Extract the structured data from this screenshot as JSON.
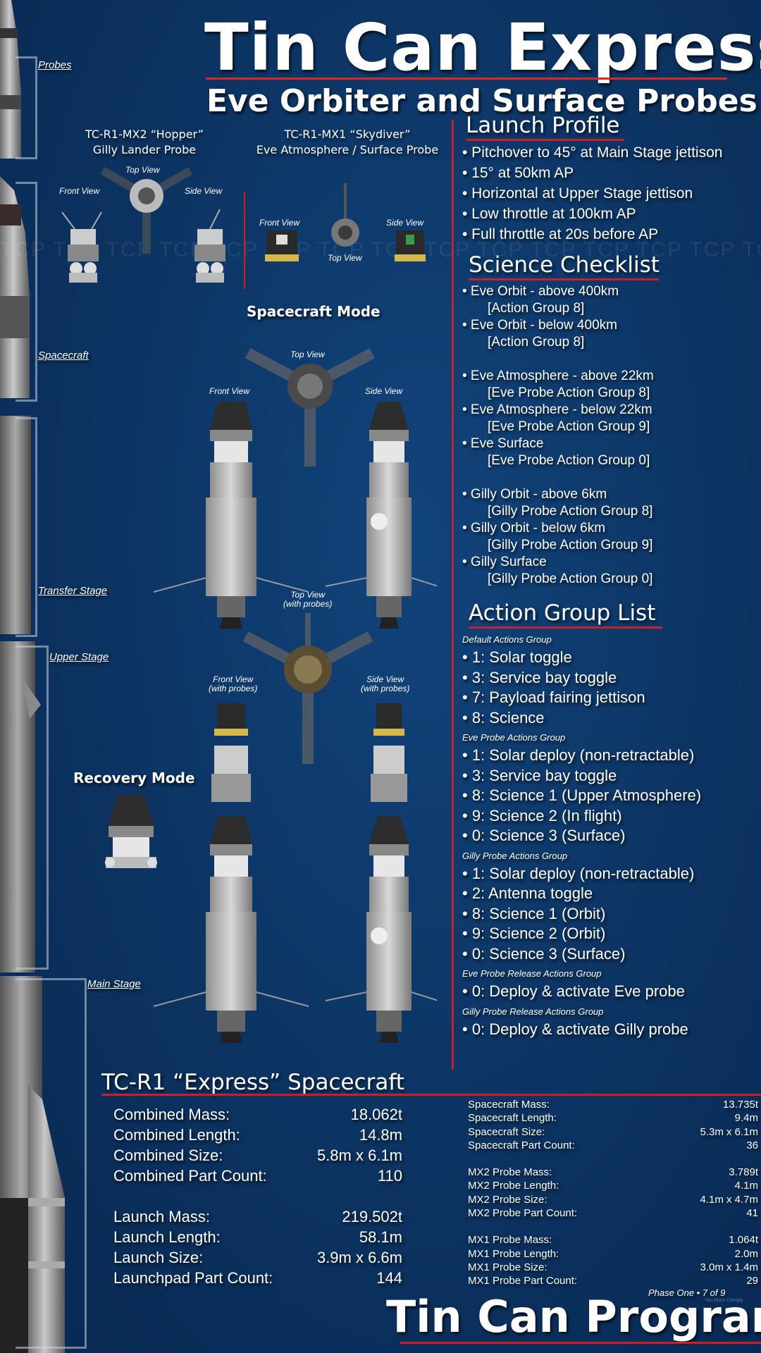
{
  "header": {
    "title": "Tin Can Express",
    "subtitle": "Eve Orbiter and Surface Probes"
  },
  "rocket_labels": {
    "probes": "Probes",
    "spacecraft": "Spacecraft",
    "transfer_stage": "Transfer Stage",
    "upper_stage": "Upper Stage",
    "main_stage": "Main Stage"
  },
  "watermark": "TCP TCP TCP TCP TCP TCP TCP TCP TCP TCP TCP TCP TCP TCP TCP TCP TCP TCP TCP TCP TCP TCP",
  "probes": {
    "hopper": {
      "line1": "TC-R1-MX2 “Hopper”",
      "line2": "Gilly Lander Probe"
    },
    "skydiver": {
      "line1": "TC-R1-MX1 “Skydiver”",
      "line2": "Eve Atmosphere / Surface Probe"
    }
  },
  "views": {
    "top": "Top View",
    "front": "Front View",
    "side": "Side View",
    "with_probes": "(with probes)"
  },
  "modes": {
    "spacecraft": "Spacecraft Mode",
    "recovery": "Recovery Mode"
  },
  "launch_profile": {
    "heading": "Launch Profile",
    "items": [
      "• Pitchover to 45° at Main Stage jettison",
      "• 15° at 50km AP",
      "• Horizontal at Upper Stage jettison",
      "• Low throttle at 100km AP",
      "• Full throttle at 20s before AP"
    ]
  },
  "science_checklist": {
    "heading": "Science Checklist",
    "items": [
      {
        "main": "• Eve Orbit - above 400km",
        "sub": "[Action Group 8]"
      },
      {
        "main": "• Eve Orbit - below 400km",
        "sub": "[Action Group 8]"
      },
      {
        "main": "• Eve Atmosphere - above 22km",
        "sub": "[Eve Probe Action Group 8]"
      },
      {
        "main": "• Eve Atmosphere - below 22km",
        "sub": "[Eve Probe Action Group 9]"
      },
      {
        "main": "• Eve Surface",
        "sub": "[Eve Probe Action Group 0]"
      },
      {
        "main": "• Gilly Orbit - above 6km",
        "sub": "[Gilly Probe Action Group 8]"
      },
      {
        "main": "• Gilly Orbit - below 6km",
        "sub": "[Gilly Probe Action Group 9]"
      },
      {
        "main": "• Gilly Surface",
        "sub": "[Gilly Probe Action Group 0]"
      }
    ]
  },
  "action_groups": {
    "heading": "Action Group List",
    "groups": [
      {
        "name": "Default Actions Group",
        "items": [
          "• 1: Solar toggle",
          "• 3: Service bay toggle",
          "• 7: Payload fairing jettison",
          "• 8: Science"
        ]
      },
      {
        "name": "Eve Probe Actions Group",
        "items": [
          "• 1: Solar deploy (non-retractable)",
          "• 3: Service bay toggle",
          "• 8: Science 1 (Upper Atmosphere)",
          "• 9: Science 2 (In flight)",
          "• 0: Science 3 (Surface)"
        ]
      },
      {
        "name": "Gilly Probe Actions Group",
        "items": [
          "• 1: Solar deploy (non-retractable)",
          "• 2: Antenna toggle",
          "• 8: Science 1 (Orbit)",
          "• 9: Science 2 (Orbit)",
          "• 0: Science 3 (Surface)"
        ]
      },
      {
        "name": "Eve Probe Release Actions Group",
        "items": [
          "• 0: Deploy & activate Eve probe"
        ]
      },
      {
        "name": "Gilly Probe Release Actions Group",
        "items": [
          "• 0: Deploy & activate Gilly probe"
        ]
      }
    ]
  },
  "spacecraft_stats": {
    "heading": "TC-R1 “Express” Spacecraft",
    "combined": [
      {
        "label": "Combined Mass:",
        "value": "18.062t"
      },
      {
        "label": "Combined Length:",
        "value": "14.8m"
      },
      {
        "label": "Combined Size:",
        "value": "5.8m x 6.1m"
      },
      {
        "label": "Combined Part Count:",
        "value": "110"
      }
    ],
    "launch": [
      {
        "label": "Launch Mass:",
        "value": "219.502t"
      },
      {
        "label": "Launch Length:",
        "value": "58.1m"
      },
      {
        "label": "Launch Size:",
        "value": "3.9m x 6.6m"
      },
      {
        "label": "Launchpad Part Count:",
        "value": "144"
      }
    ],
    "spacecraft": [
      {
        "label": "Spacecraft Mass:",
        "value": "13.735t"
      },
      {
        "label": "Spacecraft Length:",
        "value": "9.4m"
      },
      {
        "label": "Spacecraft Size:",
        "value": "5.3m x 6.1m"
      },
      {
        "label": "Spacecraft Part Count:",
        "value": "36"
      }
    ],
    "mx2": [
      {
        "label": "MX2 Probe Mass:",
        "value": "3.789t"
      },
      {
        "label": "MX2 Probe Length:",
        "value": "4.1m"
      },
      {
        "label": "MX2 Probe Size:",
        "value": "4.1m x 4.7m"
      },
      {
        "label": "MX2 Probe Part Count:",
        "value": "41"
      }
    ],
    "mx1": [
      {
        "label": "MX1 Probe Mass:",
        "value": "1.064t"
      },
      {
        "label": "MX1 Probe Length:",
        "value": "2.0m"
      },
      {
        "label": "MX1 Probe Size:",
        "value": "3.0m x 1.4m"
      },
      {
        "label": "MX1 Probe Part Count:",
        "value": "29"
      }
    ]
  },
  "footer": {
    "phase": "Phase One • 7 of 9",
    "tiny": "You Must Comply",
    "program": "Tin Can Program"
  },
  "colors": {
    "background": "#0c3361",
    "accent_red": "#c7202a",
    "text": "#ffffff"
  }
}
